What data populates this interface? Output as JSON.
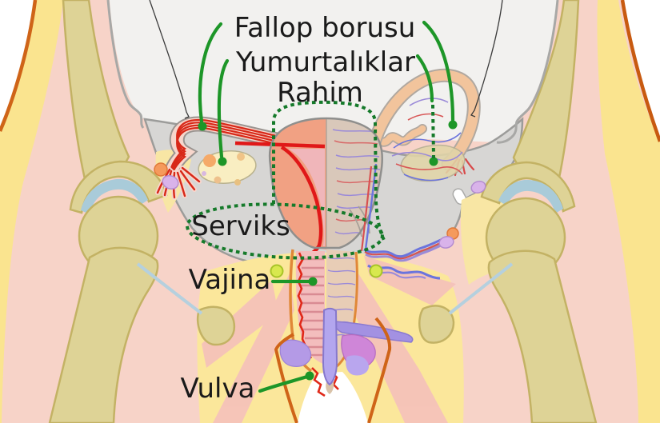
{
  "diagram": {
    "type": "anatomical-diagram",
    "language": "Turkish",
    "labels": [
      {
        "name": "fallop-borusu",
        "text": "Fallop borusu"
      },
      {
        "name": "yumurtaliklar",
        "text": "Yumurtalıklar"
      },
      {
        "name": "rahim",
        "text": "Rahim"
      },
      {
        "name": "serviks",
        "text": "Serviks"
      },
      {
        "name": "vajina",
        "text": "Vajina"
      },
      {
        "name": "vulva",
        "text": "Vulva"
      }
    ],
    "colors": {
      "annotation_green": "#1d9628",
      "annotation_dotted_green": "#157a2a",
      "label_text": "#1a1a1a",
      "body_contour_orange": "#cf6418",
      "skin_pink": "#f7d3c8",
      "fat_yellow": "#fae48f",
      "bone_tan": "#ded396",
      "cartilage_blue": "#a9cbd9",
      "cavity_gray": "#d7d6d4",
      "uterus_salmon": "#f1a183",
      "vessel_red": "#d82818",
      "vessel_blue": "#6b74dd",
      "vessel_purple": "#9b8ad8"
    }
  }
}
